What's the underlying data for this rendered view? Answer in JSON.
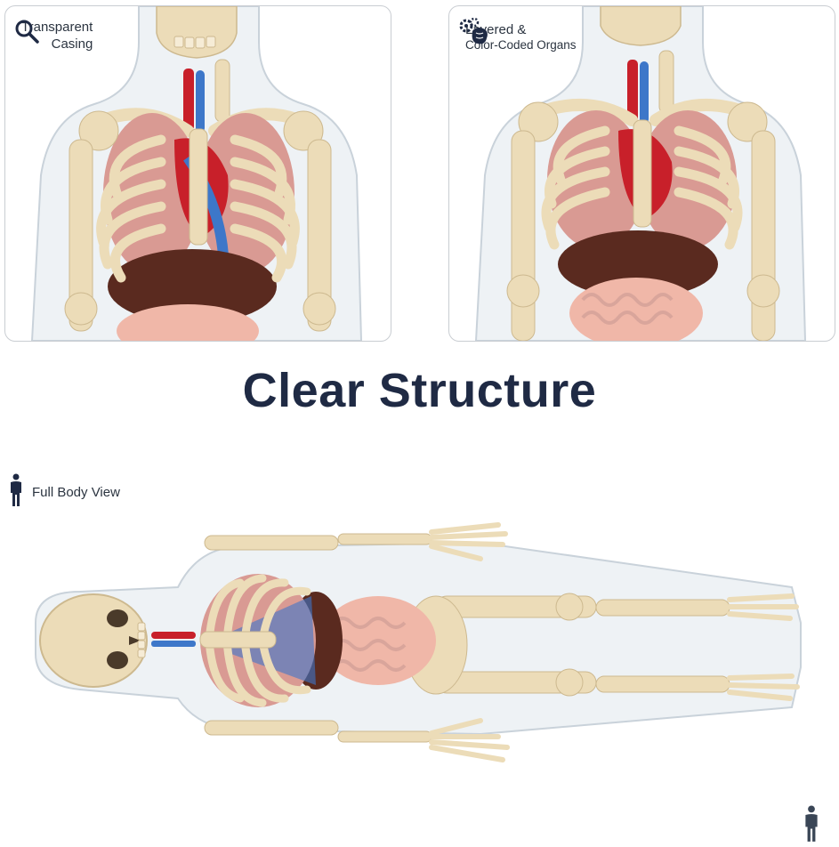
{
  "panels": [
    {
      "label_line1": "Transparent",
      "label_line2": "Casing",
      "icon": "search-icon"
    },
    {
      "label_line1": "Layered &",
      "label_line2": "Color-Coded Organs",
      "icon": "brain-gears-icon"
    }
  ],
  "headline": "Clear Structure",
  "full_body": {
    "label": "Full Body View",
    "icon": "person-icon"
  },
  "colors": {
    "title": "#1f2a44",
    "bone": "#ecdcb8",
    "lung": "#d99a93",
    "heart": "#c8202a",
    "vein": "#3d77c9",
    "liver": "#5a2a1f",
    "intestine": "#f0b7a8",
    "casing": "#dfe5ea"
  }
}
